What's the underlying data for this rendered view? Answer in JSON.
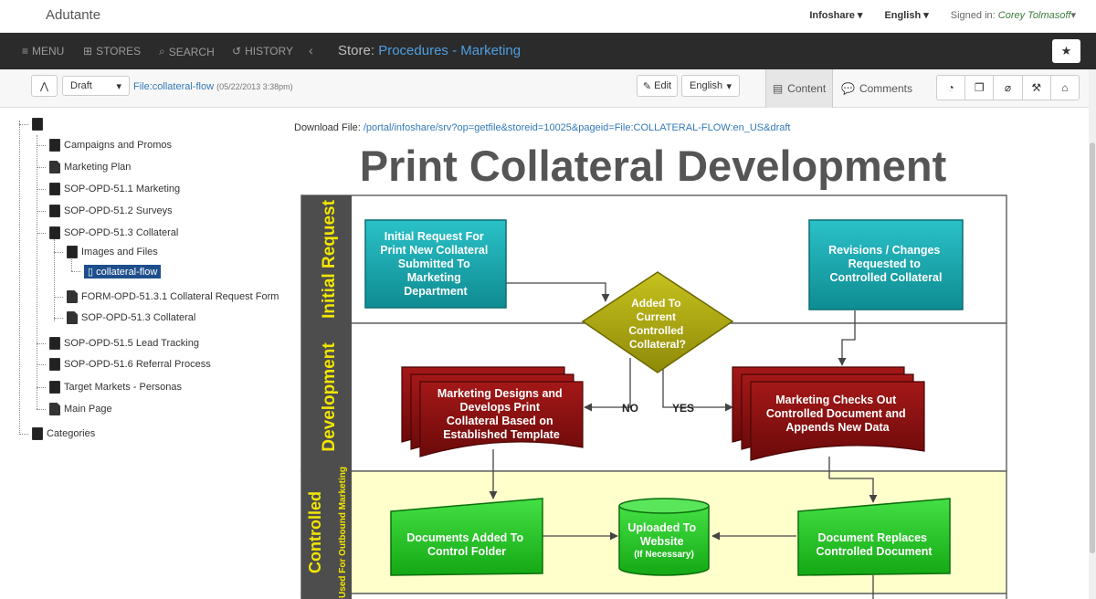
{
  "app": {
    "brand": "Adutante"
  },
  "top": {
    "infoshare": "Infoshare",
    "language": "English",
    "signed_label": "Signed in:",
    "user": "Corey Tolmasoff"
  },
  "nav": {
    "menu": "MENU",
    "stores": "STORES",
    "search": "SEARCH",
    "history": "HISTORY",
    "store_label": "Store:",
    "store_name": "Procedures - Marketing"
  },
  "toolbar": {
    "status": "Draft",
    "file_link": "File:collateral-flow",
    "file_date": "(05/22/2013 3:38pm)",
    "edit": "Edit",
    "language": "English",
    "tab_content": "Content",
    "tab_comments": "Comments"
  },
  "tree": {
    "items": [
      "Campaigns and Promos",
      "Marketing Plan",
      "SOP-OPD-51.1 Marketing",
      "SOP-OPD-51.2 Surveys",
      "SOP-OPD-51.3 Collateral",
      "Images and Files",
      "collateral-flow",
      "FORM-OPD-51.3.1 Collateral Request Form",
      "SOP-OPD-51.3 Collateral",
      "SOP-OPD-51.5 Lead Tracking",
      "SOP-OPD-51.6 Referral Process",
      "Target Markets - Personas",
      "Main Page",
      "Categories"
    ]
  },
  "content": {
    "download_label": "Download File:",
    "download_url": "/portal/infoshare/srv?op=getfile&storeid=10025&pageid=File:COLLATERAL-FLOW:en_US&draft",
    "title": "Print Collateral Development"
  },
  "diagram": {
    "lanes": [
      "Initial Request",
      "Development",
      "Controlled",
      "Used For Outbound Marketing"
    ],
    "box_request": [
      "Initial Request For",
      "Print New Collateral",
      "Submitted To",
      "Marketing",
      "Department"
    ],
    "box_revisions": [
      "Revisions / Changes",
      "Requested to",
      "Controlled Collateral"
    ],
    "diamond": [
      "Added To",
      "Current",
      "Controlled",
      "Collateral?"
    ],
    "no": "NO",
    "yes": "YES",
    "doc_designs": [
      "Marketing Designs and",
      "Develops Print",
      "Collateral Based on",
      "Established Template"
    ],
    "doc_checkout": [
      "Marketing Checks Out",
      "Controlled Document and",
      "Appends New Data"
    ],
    "box_added": [
      "Documents Added To",
      "Control Folder"
    ],
    "cyl_upload": [
      "Uploaded To",
      "Website",
      "(If Necessary)"
    ],
    "box_replaces": [
      "Document Replaces",
      "Controlled Document"
    ]
  }
}
